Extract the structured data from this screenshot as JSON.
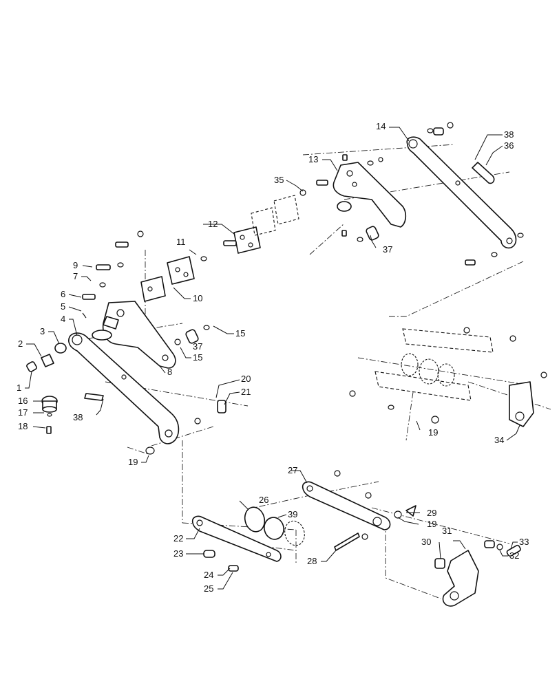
{
  "callouts": {
    "c1": "1",
    "c2": "2",
    "c3": "3",
    "c4": "4",
    "c5": "5",
    "c6": "6",
    "c7": "7",
    "c8": "8",
    "c9": "9",
    "c10": "10",
    "c11": "11",
    "c12": "12",
    "c13": "13",
    "c14": "14",
    "c15a": "15",
    "c15b": "15",
    "c16": "16",
    "c17": "17",
    "c18": "18",
    "c19a": "19",
    "c19b": "19",
    "c19c": "19",
    "c20": "20",
    "c21": "21",
    "c22": "22",
    "c23": "23",
    "c24": "24",
    "c25": "25",
    "c26": "26",
    "c27": "27",
    "c28": "28",
    "c29": "29",
    "c30": "30",
    "c31": "31",
    "c32": "32",
    "c33": "33",
    "c34": "34",
    "c35": "35",
    "c36": "36",
    "c37a": "37",
    "c37b": "37",
    "c38a": "38",
    "c38b": "38",
    "c39": "39"
  }
}
